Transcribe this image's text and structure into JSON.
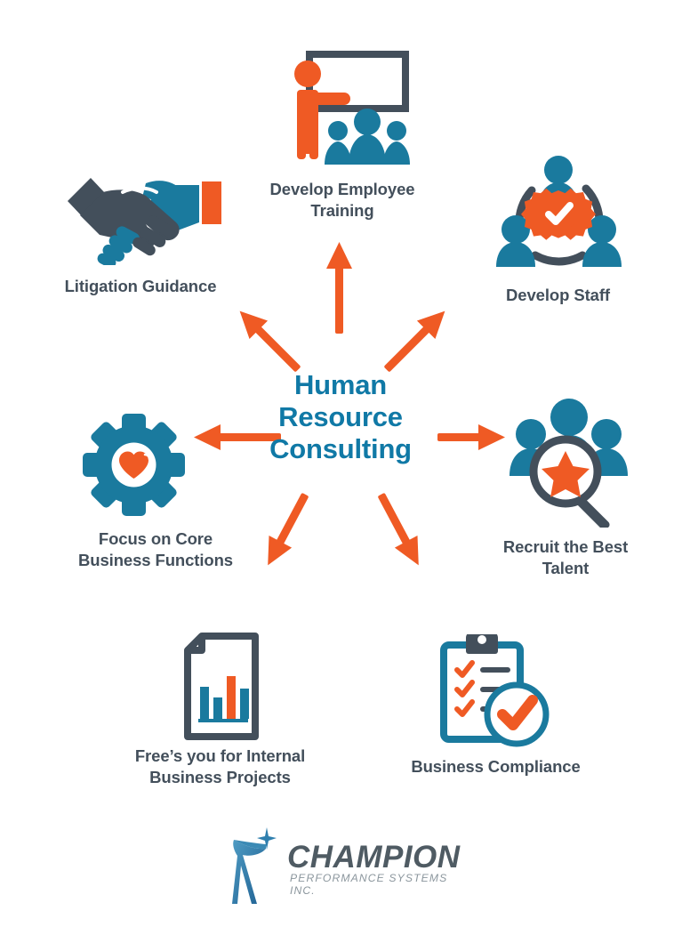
{
  "center": {
    "title_lines": [
      "Human",
      "Resource",
      "Consulting"
    ],
    "color": "#1079a6"
  },
  "nodes": [
    {
      "id": "litigation-guidance",
      "icon": "handshake-icon",
      "label_lines": [
        "Litigation Guidance"
      ],
      "arrow": "arrow-up-left"
    },
    {
      "id": "develop-employee-training",
      "icon": "training-presentation-icon",
      "label_lines": [
        "Develop Employee",
        "Training"
      ],
      "arrow": "arrow-up"
    },
    {
      "id": "develop-staff",
      "icon": "staff-gear-network-icon",
      "label_lines": [
        "Develop Staff"
      ],
      "arrow": "arrow-up-right"
    },
    {
      "id": "recruit-the-best-talent",
      "icon": "magnifier-star-people-icon",
      "label_lines": [
        "Recruit the Best",
        "Talent"
      ],
      "arrow": "arrow-right"
    },
    {
      "id": "business-compliance",
      "icon": "clipboard-check-icon",
      "label_lines": [
        "Business Compliance"
      ],
      "arrow": "arrow-down-right"
    },
    {
      "id": "frees-you-for-internal-business-projects",
      "icon": "document-bar-chart-icon",
      "label_lines": [
        "Free’s you for Internal",
        "Business Projects"
      ],
      "arrow": "arrow-down-left"
    },
    {
      "id": "focus-on-core-business-functions",
      "icon": "gear-heart-icon",
      "label_lines": [
        "Focus on Core",
        "Business Functions"
      ],
      "arrow": "arrow-left"
    }
  ],
  "logo": {
    "mark": "champion-figure-star-mark",
    "name": "CHAMPION",
    "tagline": "PERFORMANCE SYSTEMS INC."
  },
  "colors": {
    "blue": "#1a7a9e",
    "blue_dark": "#1079a6",
    "orange": "#ef5a24",
    "slate": "#434f5b",
    "slate_light": "#8b969d",
    "background": "#ffffff"
  }
}
